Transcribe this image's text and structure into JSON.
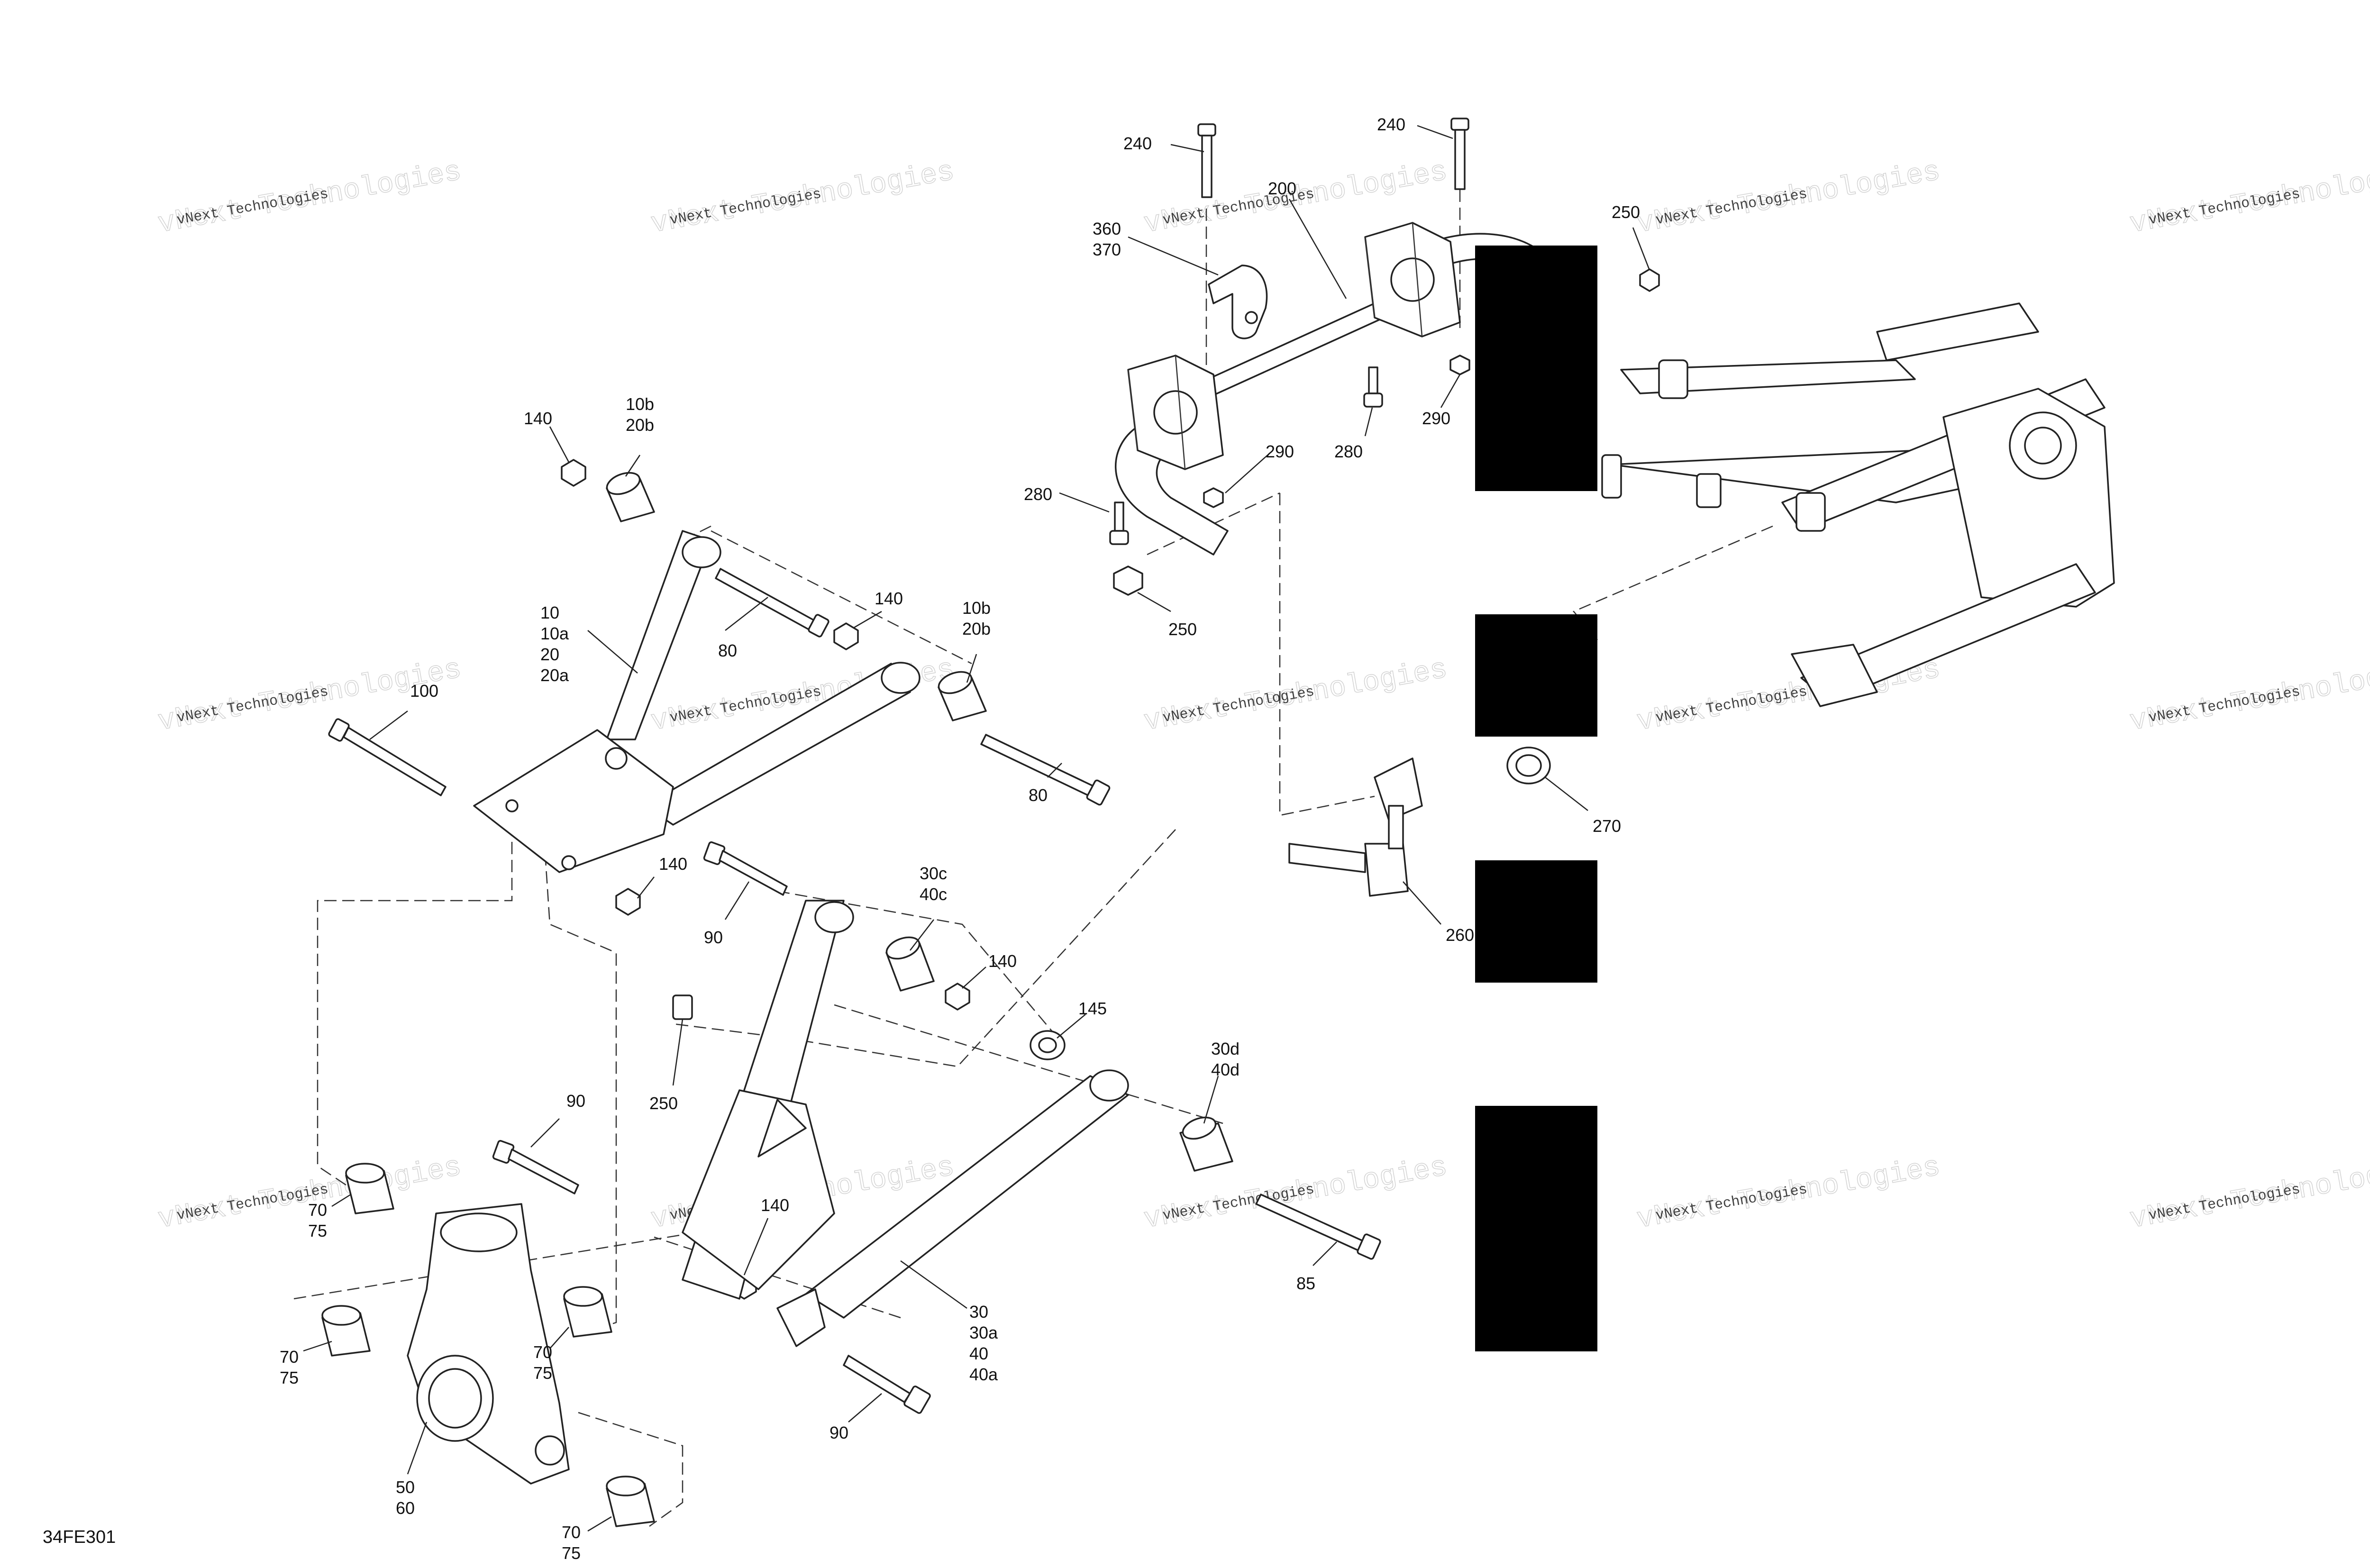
{
  "diagram_id": "34FE301",
  "watermark_text": "vNext Technologies",
  "callouts": [
    {
      "key": "c240a",
      "lines": [
        "240"
      ]
    },
    {
      "key": "c240b",
      "lines": [
        "240"
      ]
    },
    {
      "key": "c200",
      "lines": [
        "200"
      ]
    },
    {
      "key": "c360",
      "lines": [
        "360",
        "370"
      ]
    },
    {
      "key": "c250a",
      "lines": [
        "250"
      ]
    },
    {
      "key": "c280a",
      "lines": [
        "280"
      ]
    },
    {
      "key": "c290a",
      "lines": [
        "290"
      ]
    },
    {
      "key": "c290b",
      "lines": [
        "290"
      ]
    },
    {
      "key": "c280b",
      "lines": [
        "280"
      ]
    },
    {
      "key": "c250b",
      "lines": [
        "250"
      ]
    },
    {
      "key": "c140a",
      "lines": [
        "140"
      ]
    },
    {
      "key": "c10b",
      "lines": [
        "10b",
        "20b"
      ]
    },
    {
      "key": "c10",
      "lines": [
        "10",
        "10a",
        "20",
        "20a"
      ]
    },
    {
      "key": "c80a",
      "lines": [
        "80"
      ]
    },
    {
      "key": "c140b",
      "lines": [
        "140"
      ]
    },
    {
      "key": "c10b2",
      "lines": [
        "10b",
        "20b"
      ]
    },
    {
      "key": "c100",
      "lines": [
        "100"
      ]
    },
    {
      "key": "c80b",
      "lines": [
        "80"
      ]
    },
    {
      "key": "c140c",
      "lines": [
        "140"
      ]
    },
    {
      "key": "c90a",
      "lines": [
        "90"
      ]
    },
    {
      "key": "c30c",
      "lines": [
        "30c",
        "40c"
      ]
    },
    {
      "key": "c140d",
      "lines": [
        "140"
      ]
    },
    {
      "key": "c145",
      "lines": [
        "145"
      ]
    },
    {
      "key": "c30d",
      "lines": [
        "30d",
        "40d"
      ]
    },
    {
      "key": "c250c",
      "lines": [
        "250"
      ]
    },
    {
      "key": "c90b",
      "lines": [
        "90"
      ]
    },
    {
      "key": "c140e",
      "lines": [
        "140"
      ]
    },
    {
      "key": "c70a",
      "lines": [
        "70",
        "75"
      ]
    },
    {
      "key": "c70b",
      "lines": [
        "70",
        "75"
      ]
    },
    {
      "key": "c70c",
      "lines": [
        "70",
        "75"
      ]
    },
    {
      "key": "c70d",
      "lines": [
        "70",
        "75"
      ]
    },
    {
      "key": "c50",
      "lines": [
        "50",
        "60"
      ]
    },
    {
      "key": "c30",
      "lines": [
        "30",
        "30a",
        "40",
        "40a"
      ]
    },
    {
      "key": "c85",
      "lines": [
        "85"
      ]
    },
    {
      "key": "c90c",
      "lines": [
        "90"
      ]
    },
    {
      "key": "c270",
      "lines": [
        "270"
      ]
    },
    {
      "key": "c260",
      "lines": [
        "260"
      ]
    }
  ]
}
